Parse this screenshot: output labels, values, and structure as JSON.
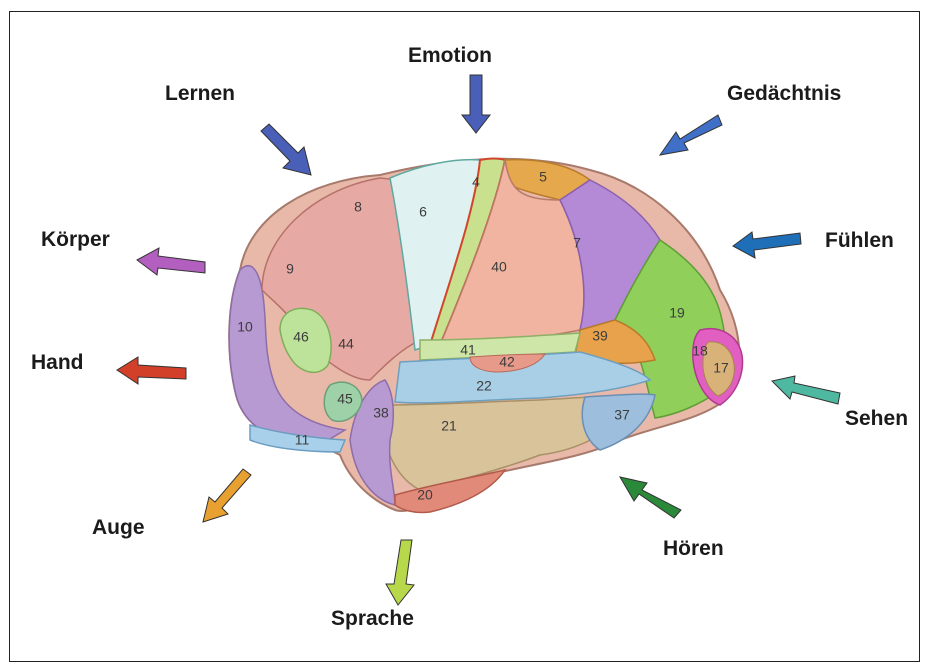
{
  "labels": {
    "emotion": "Emotion",
    "lernen": "Lernen",
    "gedaechtnis": "Gedächtnis",
    "koerper": "Körper",
    "fuehlen": "Fühlen",
    "hand": "Hand",
    "sehen": "Sehen",
    "auge": "Auge",
    "hoeren": "Hören",
    "sprache": "Sprache"
  },
  "areas": [
    "8",
    "6",
    "4",
    "5",
    "7",
    "9",
    "40",
    "19",
    "10",
    "46",
    "44",
    "39",
    "41",
    "42",
    "18",
    "17",
    "45",
    "22",
    "38",
    "21",
    "37",
    "11",
    "20"
  ],
  "colors": {
    "emotion": "#4a5fb8",
    "lernen": "#4a5fb8",
    "gedaechtnis": "#3f6fc6",
    "koerper": "#b35fc0",
    "fuehlen": "#1f6fb8",
    "hand": "#d2402a",
    "sehen": "#4fb8a0",
    "auge": "#e8a030",
    "hoeren": "#2a8a3a",
    "sprache": "#b7d84a"
  }
}
